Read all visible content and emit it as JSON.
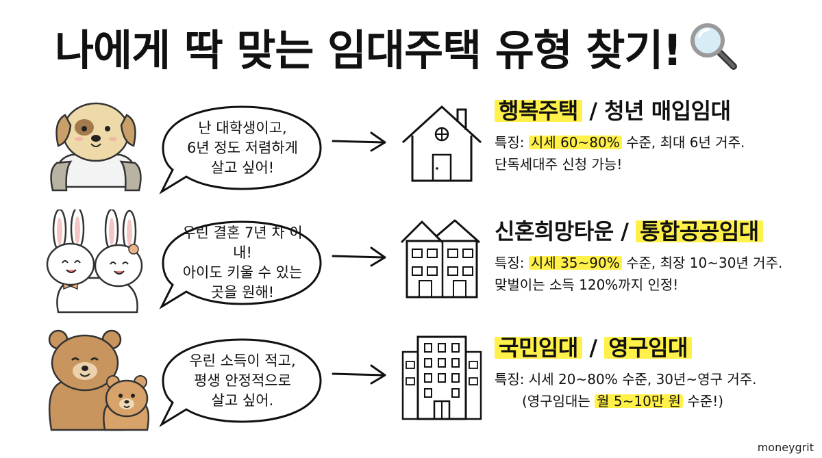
{
  "title": {
    "text": "나에게 딱 맞는 임대주택 유형 찾기!",
    "icon": "magnifying-glass-icon"
  },
  "rows": [
    {
      "character": "puppy-student-icon",
      "speech": [
        "난 대학생이고,",
        "6년 정도 저렴하게",
        "살고 싶어!"
      ],
      "building": "house-icon",
      "heading_hl": "행복주택",
      "heading_rest": " / 청년 매입임대",
      "feature_label": "특징: ",
      "feature_hl": "시세 60~80%",
      "feature_rest": " 수준, 최대 6년 거주.",
      "feature_line2": "단독세대주 신청 가능!"
    },
    {
      "character": "rabbit-couple-icon",
      "speech": [
        "우린 결혼 7년 차 이내!",
        "아이도 키울 수 있는",
        "곳을 원해!"
      ],
      "building": "townhouse-icon",
      "heading_plain": "신혼희망타운 / ",
      "heading_hl": "통합공공임대",
      "feature_label": "특징: ",
      "feature_hl": "시세 35~90%",
      "feature_rest": " 수준, 최장 10~30년 거주.",
      "feature_line2": "맞벌이는 소득 120%까지 인정!"
    },
    {
      "character": "bear-family-icon",
      "speech": [
        "우린 소득이 적고,",
        "평생 안정적으로",
        "살고 싶어."
      ],
      "building": "apartment-icon",
      "heading_hl": "국민임대",
      "heading_mid": " / ",
      "heading_hl2": "영구임대",
      "feature_line1": "특징: 시세 20~80% 수준, 30년~영구 거주.",
      "feature_line2_pre": "(영구임대는 ",
      "feature_line2_hl": "월 5~10만 원",
      "feature_line2_post": " 수준!)"
    }
  ],
  "watermark": "moneygrit",
  "colors": {
    "highlight": "#fff04a",
    "text": "#111111",
    "background": "#ffffff"
  }
}
